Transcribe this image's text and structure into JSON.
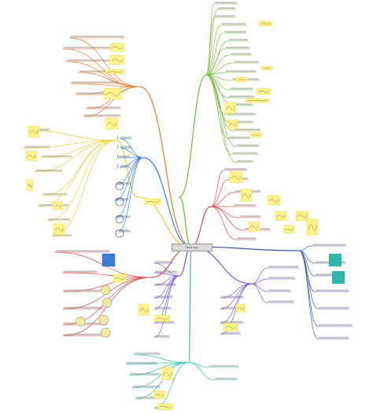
{
  "root": {
    "label": "Mind map"
  },
  "branches": [
    {
      "name": "green",
      "color": "#7cc043"
    },
    {
      "name": "orange",
      "color": "#e8833a"
    },
    {
      "name": "yellow",
      "color": "#e8d23a"
    },
    {
      "name": "blue",
      "color": "#3a7ed8"
    },
    {
      "name": "red",
      "color": "#d94b4b"
    },
    {
      "name": "purple",
      "color": "#7a5cc8"
    },
    {
      "name": "teal",
      "color": "#3bbfb0"
    },
    {
      "name": "navy",
      "color": "#3a55b0"
    }
  ],
  "colors": {
    "background": "#ffffff",
    "card": "#fff48a",
    "card_border": "#e2cf3c",
    "leaf_text": "#8a8a8a",
    "label_text": "#c0392b"
  }
}
